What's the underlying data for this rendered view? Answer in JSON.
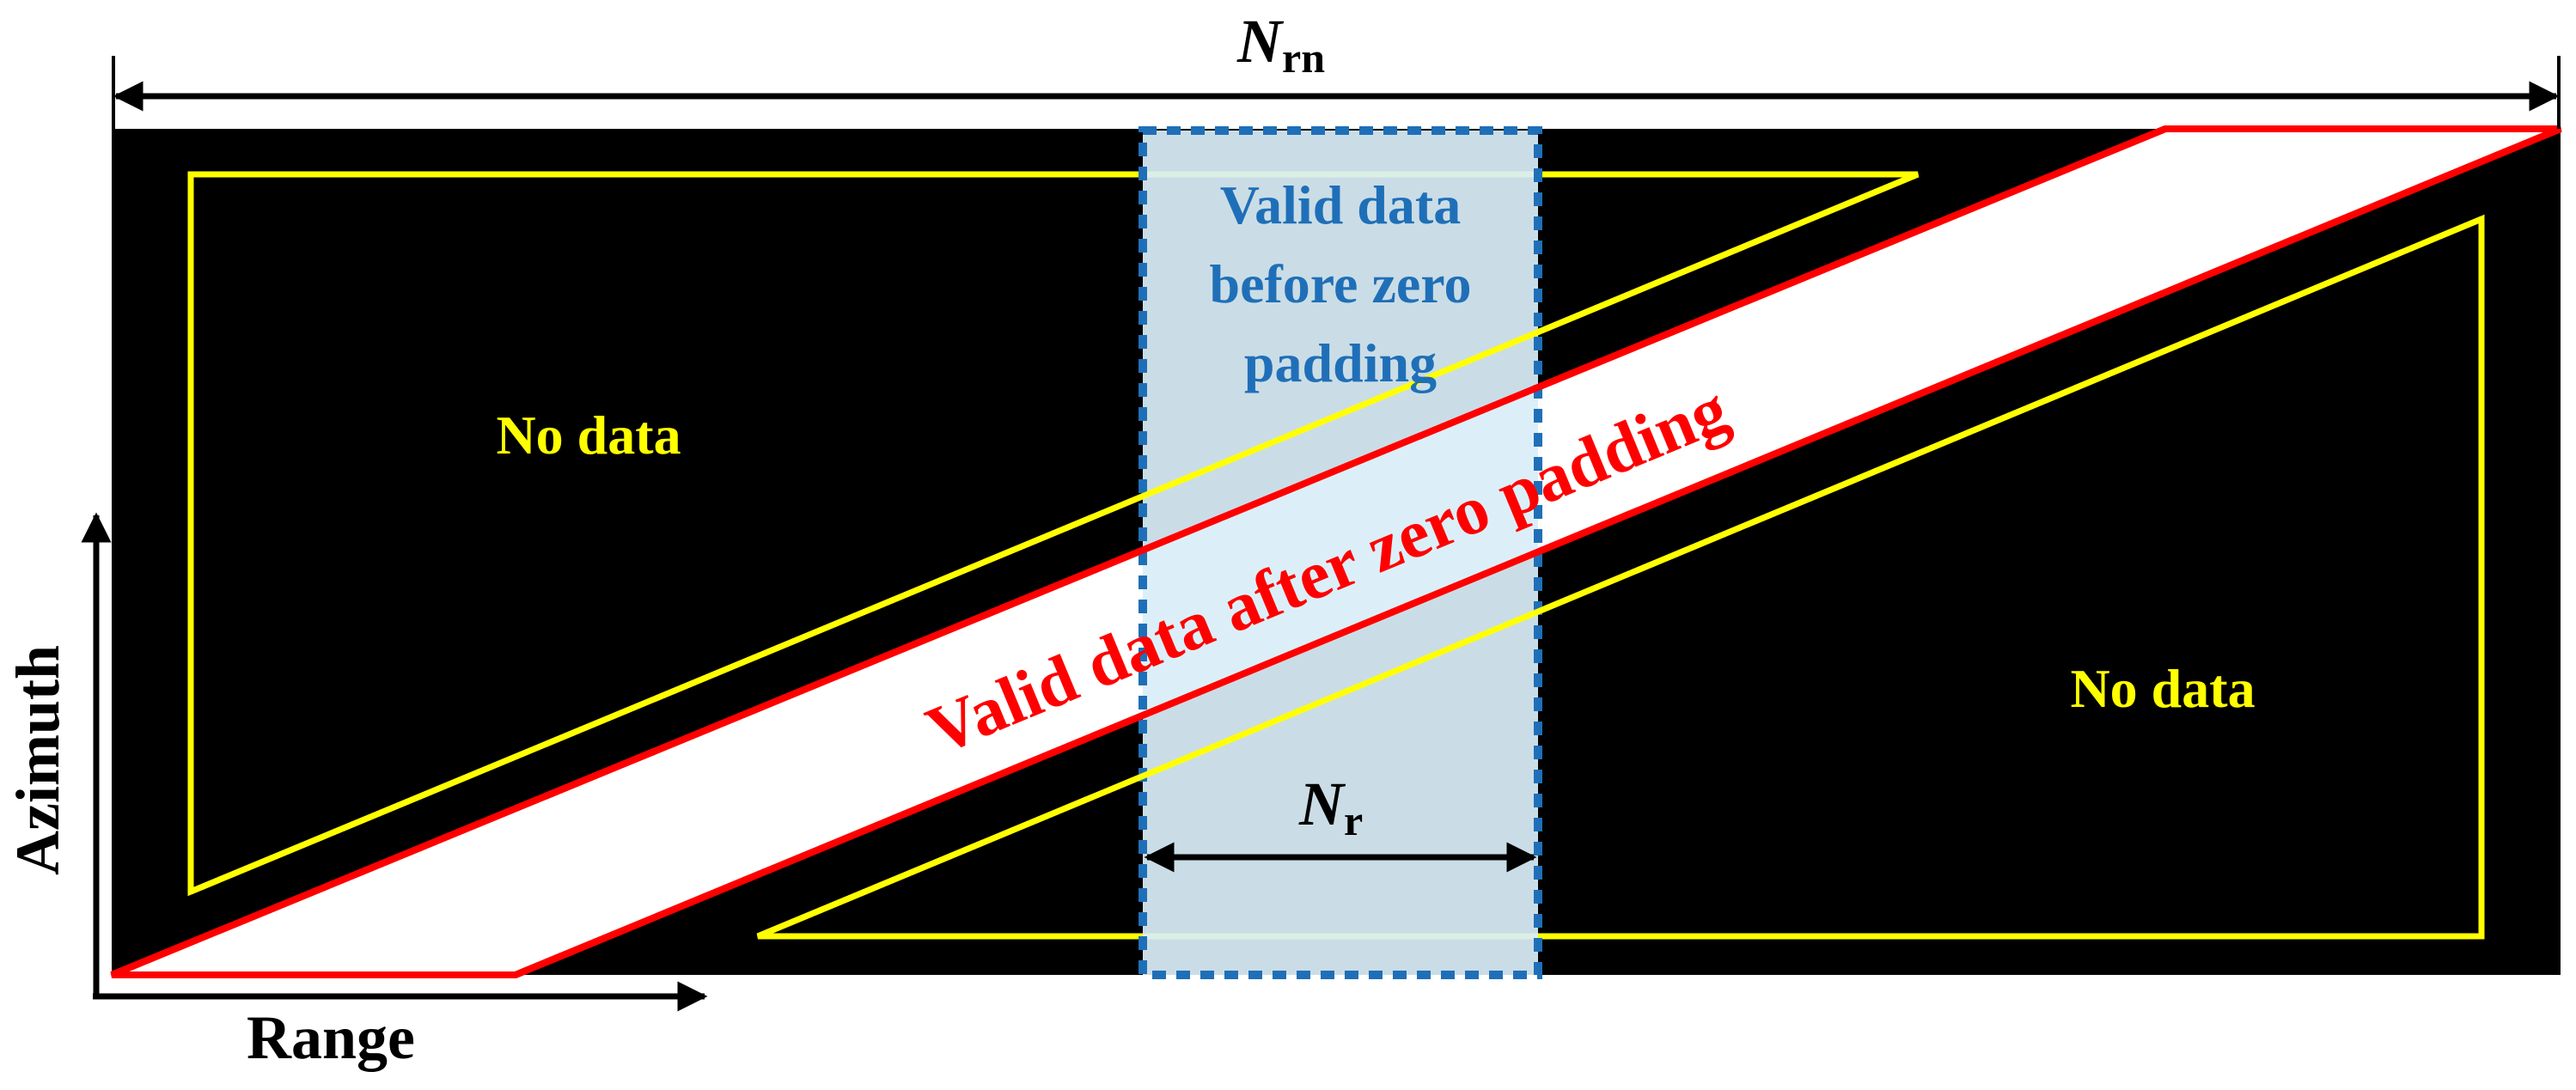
{
  "labels": {
    "nrn_main": "N",
    "nrn_sub": "rn",
    "nr_main": "N",
    "nr_sub": "r",
    "no_data_left": "No data",
    "no_data_right": "No data",
    "valid_before_line1": "Valid data",
    "valid_before_line2": "before zero",
    "valid_before_line3": "padding",
    "valid_after": "Valid data after zero padding",
    "axis_azimuth": "Azimuth",
    "axis_range": "Range"
  },
  "colors": {
    "background": "#000000",
    "valid_after_fill": "#ffffff",
    "valid_after_outline": "#ff0000",
    "valid_after_text": "#ff0000",
    "no_data_outline": "#ffff00",
    "no_data_text": "#ffff00",
    "valid_before_fill": "#d9eef7",
    "valid_before_border": "#1f6fb8",
    "valid_before_text": "#1f6fb8",
    "arrows": "#000000",
    "axis_text": "#000000"
  }
}
